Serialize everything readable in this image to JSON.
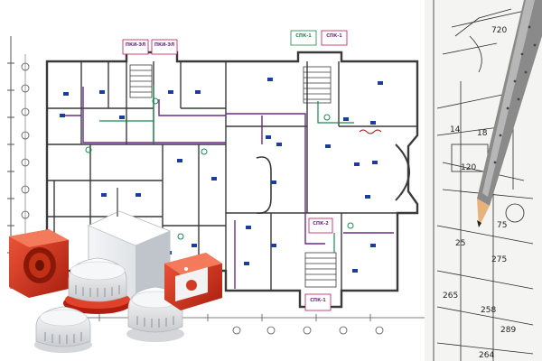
{
  "plan": {
    "label_a": "ПКИ-ЭЛ",
    "label_b": "ПКИ-ЭЛ",
    "label_c": "СПК-1",
    "label_d": "СПК-1",
    "label_e": "СПК-2",
    "label_f": "СПК-1"
  },
  "drawing": {
    "dims": [
      "14",
      "18",
      "120",
      "75",
      "25",
      "265",
      "258",
      "289",
      "264",
      "720",
      "275"
    ]
  },
  "icons": {
    "siren": "fire-siren-icon",
    "control_panel": "control-panel-icon",
    "smoke_detector": "smoke-detector-icon",
    "call_point": "manual-call-point-icon",
    "pencil": "pencil-icon"
  },
  "colors": {
    "accent_red": "#d63a1e",
    "wire_purple": "#6b2a86",
    "wire_green": "#1a8a50",
    "line_gray": "#3a3a3a"
  }
}
